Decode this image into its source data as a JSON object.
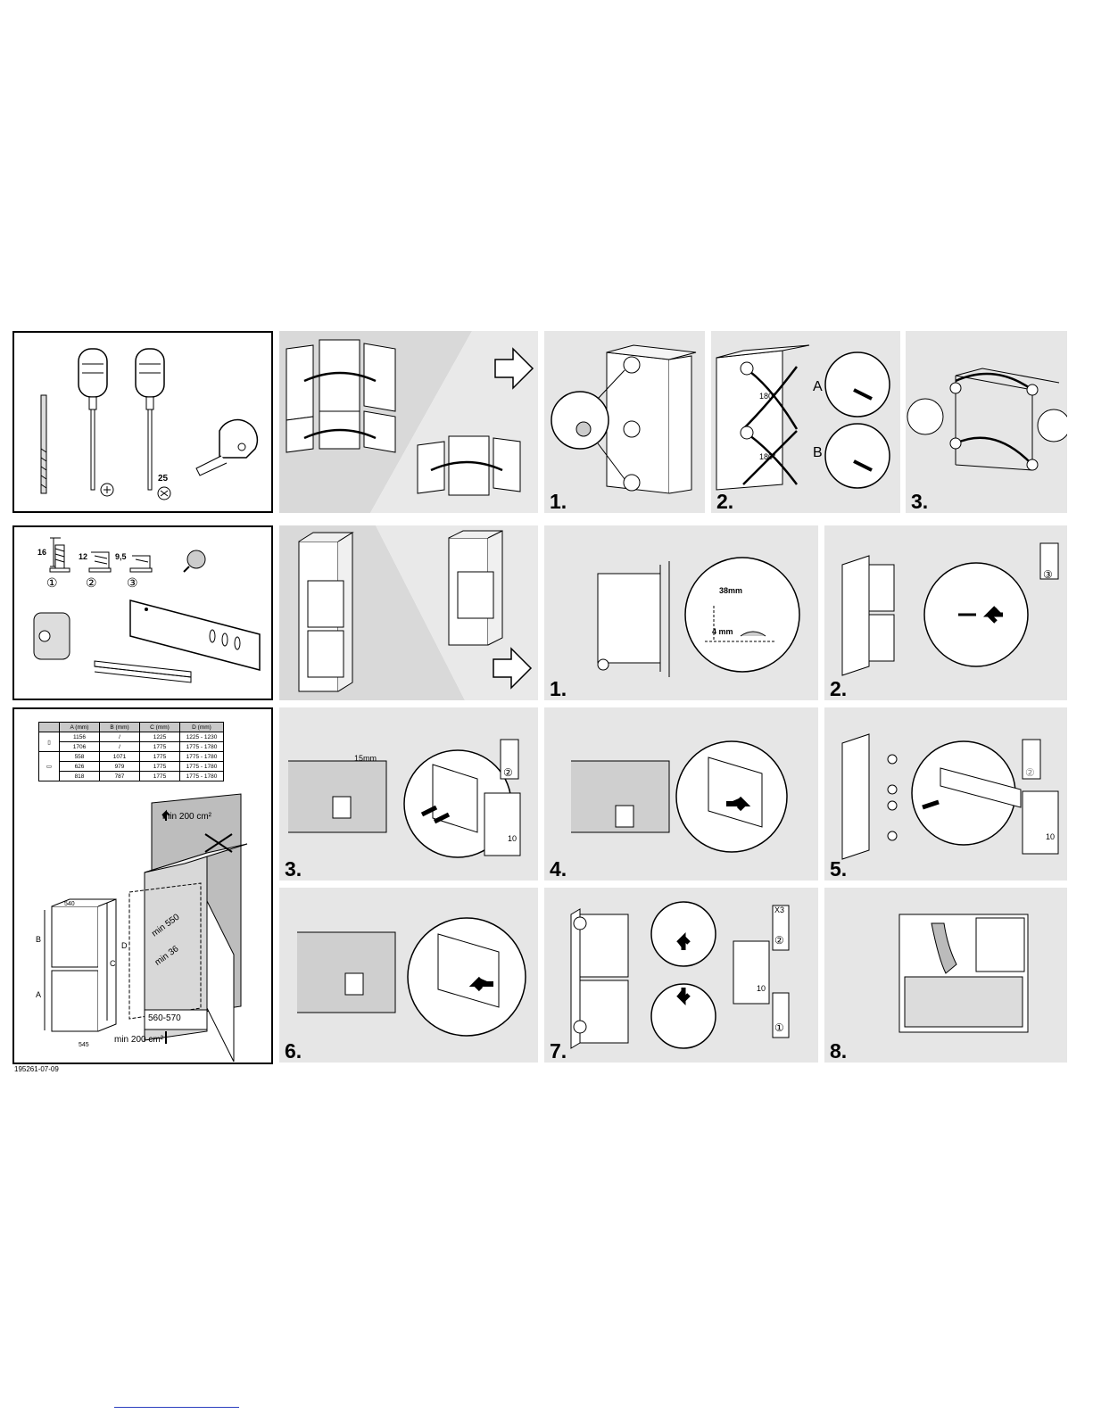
{
  "document_code": "195261-07-09",
  "tools_panel": {
    "tools": [
      {
        "name": "drill-bit",
        "label": ""
      },
      {
        "name": "cross-screwdriver",
        "label": ""
      },
      {
        "name": "torx-screwdriver",
        "label": "25"
      },
      {
        "name": "tape-measure",
        "label": ""
      }
    ]
  },
  "parts_panel": {
    "screws": [
      {
        "length": "16",
        "marker": "①"
      },
      {
        "length": "12",
        "marker": "②"
      },
      {
        "length": "9,5",
        "marker": "③"
      }
    ]
  },
  "dimension_table": {
    "headers": [
      "",
      "A (mm)",
      "B (mm)",
      "C (mm)",
      "D (mm)"
    ],
    "rows": [
      [
        "1156",
        "/",
        "1225",
        "1225 - 1230"
      ],
      [
        "1706",
        "/",
        "1775",
        "1775 - 1780"
      ],
      [
        "558",
        "1071",
        "1775",
        "1775 - 1780"
      ],
      [
        "626",
        "979",
        "1775",
        "1775 - 1780"
      ],
      [
        "818",
        "787",
        "1775",
        "1775 - 1780"
      ]
    ]
  },
  "niche_diagram": {
    "vent_top": "min 200 cm²",
    "vent_bottom": "min 200 cm²",
    "depth_min": "min 550",
    "gap_min": "min 36",
    "width_range": "560-570",
    "dim_D": "D",
    "dim_A": "A",
    "dim_B": "B",
    "dim_C": "C",
    "dim_540": "540",
    "dim_545": "545"
  },
  "row1_steps": [
    {
      "number": "1.",
      "labels": []
    },
    {
      "number": "2.",
      "labels": [
        "180°",
        "180°",
        "A",
        "B"
      ]
    },
    {
      "number": "3.",
      "labels": []
    }
  ],
  "row2_steps": [
    {
      "number": "1.",
      "labels": [
        "38mm",
        "4 mm"
      ]
    },
    {
      "number": "2.",
      "labels": [
        "③"
      ]
    }
  ],
  "row3_steps": [
    {
      "number": "3.",
      "labels": [
        "15mm",
        "②",
        "10"
      ]
    },
    {
      "number": "4.",
      "labels": []
    },
    {
      "number": "5.",
      "labels": [
        "②",
        "10"
      ]
    }
  ],
  "row4_steps": [
    {
      "number": "6.",
      "labels": []
    },
    {
      "number": "7.",
      "labels": [
        "X3",
        "②",
        "①",
        "10"
      ]
    },
    {
      "number": "8.",
      "labels": []
    }
  ]
}
